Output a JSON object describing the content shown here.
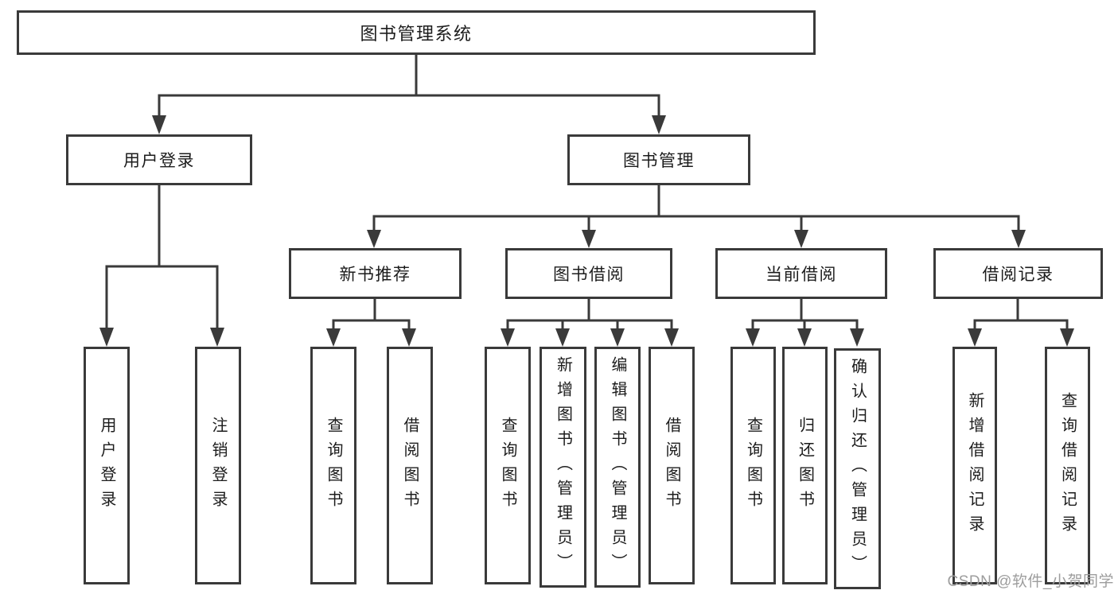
{
  "diagram": {
    "tree": {
      "label": "图书管理系统",
      "children": [
        {
          "label": "用户登录",
          "children": [
            {
              "label": "用户登录"
            },
            {
              "label": "注销登录"
            }
          ]
        },
        {
          "label": "图书管理",
          "children": [
            {
              "label": "新书推荐",
              "children": [
                {
                  "label": "查询图书"
                },
                {
                  "label": "借阅图书"
                }
              ]
            },
            {
              "label": "图书借阅",
              "children": [
                {
                  "label": "查询图书"
                },
                {
                  "label": "新增图书（管理员）"
                },
                {
                  "label": "编辑图书（管理员）"
                },
                {
                  "label": "借阅图书"
                }
              ]
            },
            {
              "label": "当前借阅",
              "children": [
                {
                  "label": "查询图书"
                },
                {
                  "label": "归还图书"
                },
                {
                  "label": "确认归还（管理员）"
                }
              ]
            },
            {
              "label": "借阅记录",
              "children": [
                {
                  "label": "新增借阅记录"
                },
                {
                  "label": "查询借阅记录"
                }
              ]
            }
          ]
        }
      ]
    },
    "watermark": {
      "text": "CSDN @软件_小贺同学"
    },
    "colors": {
      "line": "#3a3a3a",
      "text": "#1c1c1c",
      "watermark": "#9d9d9d",
      "background": "#ffffff"
    }
  }
}
